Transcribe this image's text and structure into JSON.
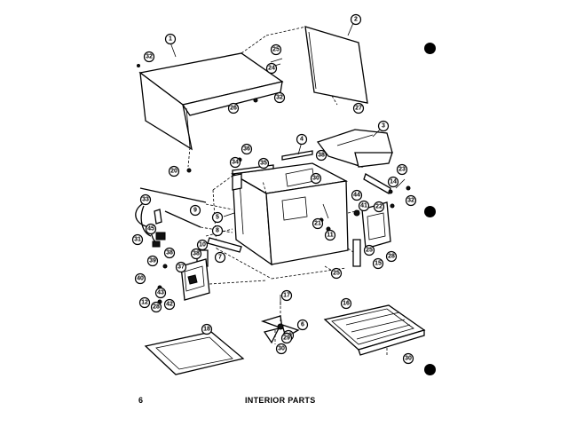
{
  "page": {
    "number": "6",
    "title": "INTERIOR PARTS"
  },
  "callouts": [
    {
      "id": "c1",
      "label": "1"
    },
    {
      "id": "c2",
      "label": "2"
    },
    {
      "id": "c3",
      "label": "3"
    },
    {
      "id": "c4",
      "label": "4"
    },
    {
      "id": "c5",
      "label": "5"
    },
    {
      "id": "c6",
      "label": "6"
    },
    {
      "id": "c7",
      "label": "7"
    },
    {
      "id": "c8",
      "label": "8"
    },
    {
      "id": "c9",
      "label": "9"
    },
    {
      "id": "c10",
      "label": "10"
    },
    {
      "id": "c11",
      "label": "11"
    },
    {
      "id": "c12",
      "label": "12"
    },
    {
      "id": "c14",
      "label": "14"
    },
    {
      "id": "c15",
      "label": "15"
    },
    {
      "id": "c16",
      "label": "16"
    },
    {
      "id": "c17",
      "label": "17"
    },
    {
      "id": "c18",
      "label": "18"
    },
    {
      "id": "c19",
      "label": "19"
    },
    {
      "id": "c20",
      "label": "20"
    },
    {
      "id": "c21",
      "label": "21"
    },
    {
      "id": "c22",
      "label": "22"
    },
    {
      "id": "c23",
      "label": "23"
    },
    {
      "id": "c24",
      "label": "24"
    },
    {
      "id": "c25a",
      "label": "25"
    },
    {
      "id": "c25b",
      "label": "25"
    },
    {
      "id": "c25c",
      "label": "25"
    },
    {
      "id": "c26",
      "label": "26"
    },
    {
      "id": "c27",
      "label": "27"
    },
    {
      "id": "c28a",
      "label": "28"
    },
    {
      "id": "c28b",
      "label": "28"
    },
    {
      "id": "c29",
      "label": "29"
    },
    {
      "id": "c30a",
      "label": "30"
    },
    {
      "id": "c30b",
      "label": "30"
    },
    {
      "id": "c30c",
      "label": "30"
    },
    {
      "id": "c31",
      "label": "31"
    },
    {
      "id": "c32a",
      "label": "32"
    },
    {
      "id": "c32b",
      "label": "32"
    },
    {
      "id": "c32c",
      "label": "32"
    },
    {
      "id": "c33",
      "label": "33"
    },
    {
      "id": "c34",
      "label": "34"
    },
    {
      "id": "c35",
      "label": "35"
    },
    {
      "id": "c36",
      "label": "36"
    },
    {
      "id": "c37",
      "label": "37"
    },
    {
      "id": "c38a",
      "label": "38"
    },
    {
      "id": "c38b",
      "label": "38"
    },
    {
      "id": "c38c",
      "label": "38"
    },
    {
      "id": "c39",
      "label": "39"
    },
    {
      "id": "c40",
      "label": "40"
    },
    {
      "id": "c41",
      "label": "41"
    },
    {
      "id": "c42",
      "label": "42"
    },
    {
      "id": "c43",
      "label": "43"
    },
    {
      "id": "c44",
      "label": "44"
    },
    {
      "id": "c45",
      "label": "45"
    }
  ]
}
